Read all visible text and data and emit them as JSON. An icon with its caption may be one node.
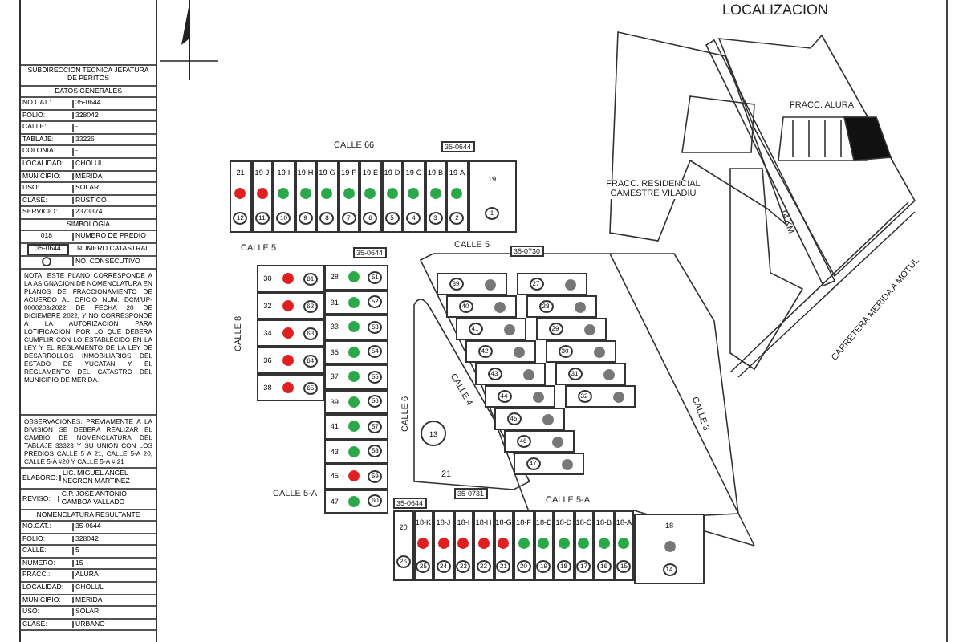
{
  "diagram": {
    "nodes": [
      {
        "text": [
          "21",
          "12"
        ]
      },
      {
        "text": [
          "19-J",
          "11"
        ]
      },
      {
        "text": [
          "19-I",
          "10"
        ]
      },
      {
        "text": [
          "19-H",
          "9"
        ]
      },
      {
        "text": [
          "19-G",
          "8"
        ]
      },
      {
        "text": [
          "19-F",
          "7"
        ]
      },
      {
        "text": [
          "19-E",
          "6"
        ]
      },
      {
        "text": [
          "19-D",
          "5"
        ]
      },
      {
        "text": [
          "19-C",
          "4"
        ]
      },
      {
        "text": [
          "19-B",
          "3"
        ]
      },
      {
        "text": [
          "19-A",
          "2"
        ]
      },
      {
        "text": [
          "19",
          "1"
        ]
      },
      {
        "text": [
          "30",
          "61"
        ]
      },
      {
        "text": [
          "32",
          "62"
        ]
      },
      {
        "text": [
          "34",
          "63"
        ]
      },
      {
        "text": [
          "36",
          "64"
        ]
      },
      {
        "text": [
          "38",
          "65"
        ]
      },
      {
        "text": [
          "28",
          "51"
        ]
      },
      {
        "text": [
          "31",
          "52"
        ]
      },
      {
        "text": [
          "33",
          "53"
        ]
      },
      {
        "text": [
          "35",
          "54"
        ]
      },
      {
        "text": [
          "37",
          "55"
        ]
      },
      {
        "text": [
          "39",
          "56"
        ]
      },
      {
        "text": [
          "41",
          "57"
        ]
      },
      {
        "text": [
          "43",
          "58"
        ]
      },
      {
        "text": [
          "45",
          "59"
        ]
      },
      {
        "text": [
          "47",
          "60"
        ]
      },
      {
        "text": [
          "20",
          "26"
        ]
      },
      {
        "text": [
          "18-K",
          "25"
        ]
      },
      {
        "text": [
          "18-J",
          "24"
        ]
      },
      {
        "text": [
          "18-I",
          "23"
        ]
      },
      {
        "text": [
          "18-H",
          "22"
        ]
      },
      {
        "text": [
          "18-G",
          "21"
        ]
      },
      {
        "text": [
          "18-F",
          "20"
        ]
      },
      {
        "text": [
          "18-E",
          "19"
        ]
      },
      {
        "text": [
          "18-D",
          "18"
        ]
      },
      {
        "text": [
          "18-C",
          "17"
        ]
      },
      {
        "text": [
          "18-B",
          "16"
        ]
      },
      {
        "text": [
          "18-A",
          "15"
        ]
      },
      {
        "text": [
          "18",
          "14"
        ]
      },
      {
        "text": [
          "39"
        ]
      },
      {
        "text": [
          "40"
        ]
      },
      {
        "text": [
          "41"
        ]
      },
      {
        "text": [
          "42"
        ]
      },
      {
        "text": [
          "43"
        ]
      },
      {
        "text": [
          "44"
        ]
      },
      {
        "text": [
          "45"
        ]
      },
      {
        "text": [
          "46"
        ]
      },
      {
        "text": [
          "47"
        ]
      },
      {
        "text": [
          "27"
        ]
      },
      {
        "text": [
          "28"
        ]
      },
      {
        "text": [
          "29"
        ]
      },
      {
        "text": [
          "30"
        ]
      },
      {
        "text": [
          "31"
        ]
      },
      {
        "text": [
          "32"
        ]
      },
      {
        "text": [
          "13"
        ]
      }
    ],
    "labels": [
      "SUBDIRECCION TECNICA JEFATURA DE PERITOS",
      "DATOS GENERALES",
      "NO.CAT.:",
      "35-0644",
      "FOLIO:",
      "328042",
      "CALLE:",
      "-",
      "TABLAJE:",
      "33226",
      "COLONIA:",
      "-",
      "LOCALIDAD:",
      "CHOLUL",
      "MUNICIPIO:",
      "MERIDA",
      "USO:",
      "SOLAR",
      "CLASE:",
      "RUSTICO",
      "SERVICIO:",
      "2373374",
      "SIMBOLOGIA",
      "018",
      "NUMERO DE PREDIO",
      "35-0644",
      "NUMERO CATASTRAL",
      "NO. CONSECUTIVO",
      "NOTA: ESTE PLANO CORRESPONDE A LA ASIGNACION DE NOMENCLATURA EN PLANOS DE FRACCIONAMIENTO DE ACUERDO AL OFICIO NUM. DCM/UP-0000203/2022 DE FECHA 20 DE DICIEMBRE 2022, Y NO CORRESPONDE A LA AUTORIZACION PARA LOTIFICACION, POR LO QUE DEBERA CUMPLIR CON LO ESTABLECIDO EN LA LEY Y EL REGLAMENTO DE LA LEY DE DESARROLLOS INMOBILIARIOS DEL ESTADO DE YUCATAN Y EL REGLAMENTO DEL CATASTRO DEL MUNICIPIO DE MERIDA.",
      "OBSERVACIONES: PREVIAMENTE A LA DIVISION SE DEBERA REALIZAR EL CAMBIO DE NOMENCLATURA DEL TABLAJE 33323 Y SU UNION CON LOS PREDIOS CALLE 5 A 21, CALLE 5-A 20, CALLE 5-A #20 Y CALLE 5-A # 21",
      "ELABORO:",
      "LIC. MIGUEL ANGEL NEGRON MARTINEZ",
      "REVISO:",
      "C.P. JOSE ANTONIO GAMBOA VALLADO",
      "NOMENCLATURA RESULTANTE",
      "NO.CAT.:",
      "35-0644",
      "FOLIO:",
      "328042",
      "CALLE:",
      "5",
      "NUMERO:",
      "15",
      "FRACC.:",
      "ALURA",
      "LOCALIDAD:",
      "CHOLUL",
      "MUNICIPIO:",
      "MERIDA",
      "USO:",
      "SOLAR",
      "CLASE:",
      "URBANO",
      "LOCALIZACION",
      "FRACC. ALURA",
      "FRACC. RESIDENCIAL CAMESTRE VILADIU",
      "14 KM",
      "CARRETERA MERIDA A MOTUL",
      "CALLE 66",
      "35-0644",
      "CALLE 5",
      "35-0644",
      "CALLE 5",
      "35-0730",
      "CALLE 8",
      "CALLE 6",
      "CALLE 4",
      "CALLE 3",
      "CALLE 5-A",
      "21",
      "35-0731",
      "35-0644",
      "CALLE 5-A"
    ]
  }
}
